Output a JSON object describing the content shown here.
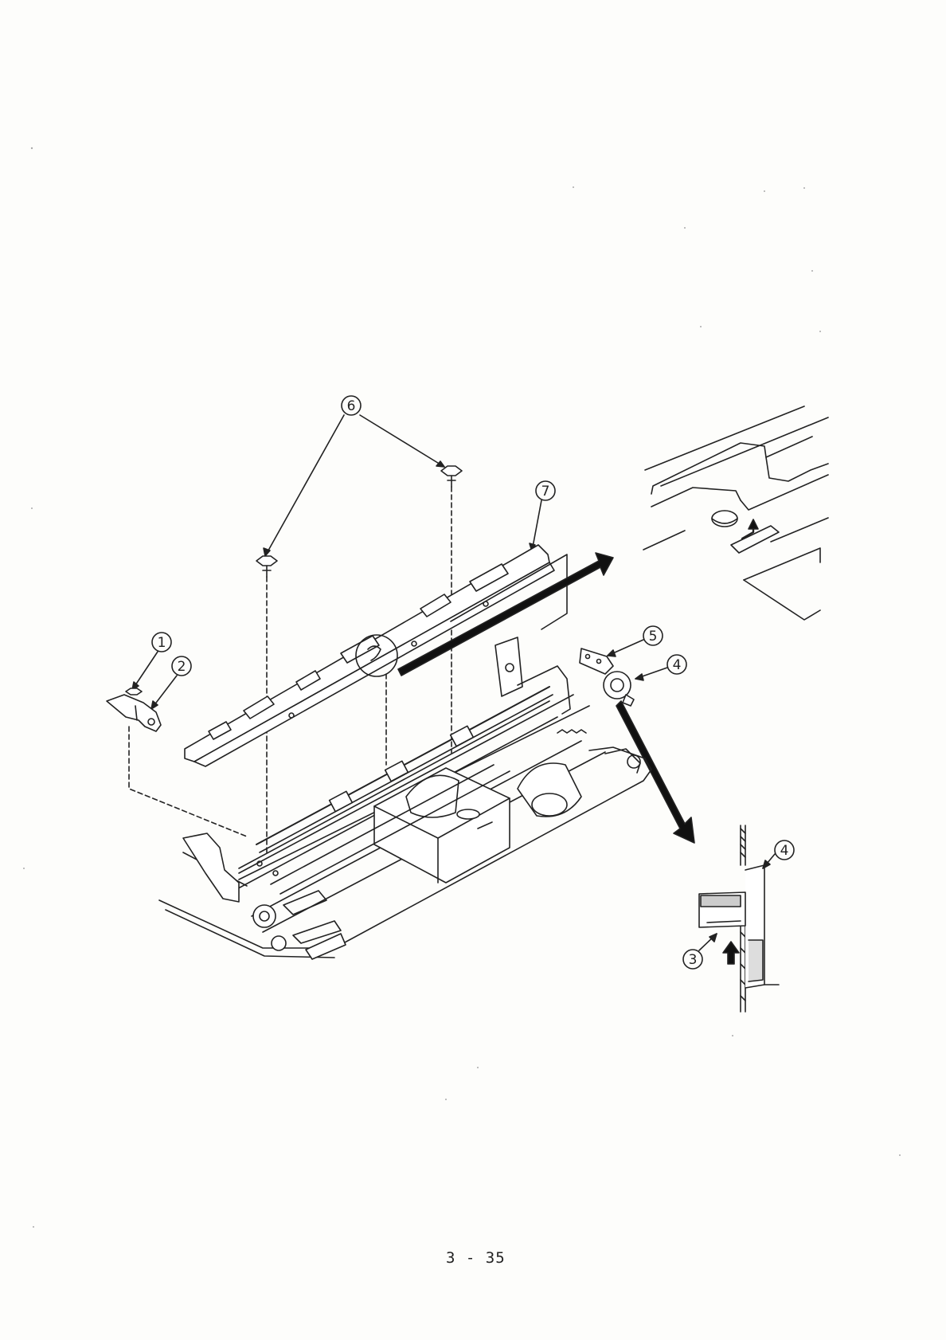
{
  "page_number": "3 - 35",
  "callouts": {
    "c1": "1",
    "c2": "2",
    "c3": "3",
    "c4_top": "4",
    "c4_detail": "4",
    "c5": "5",
    "c6": "6",
    "c7": "7"
  }
}
